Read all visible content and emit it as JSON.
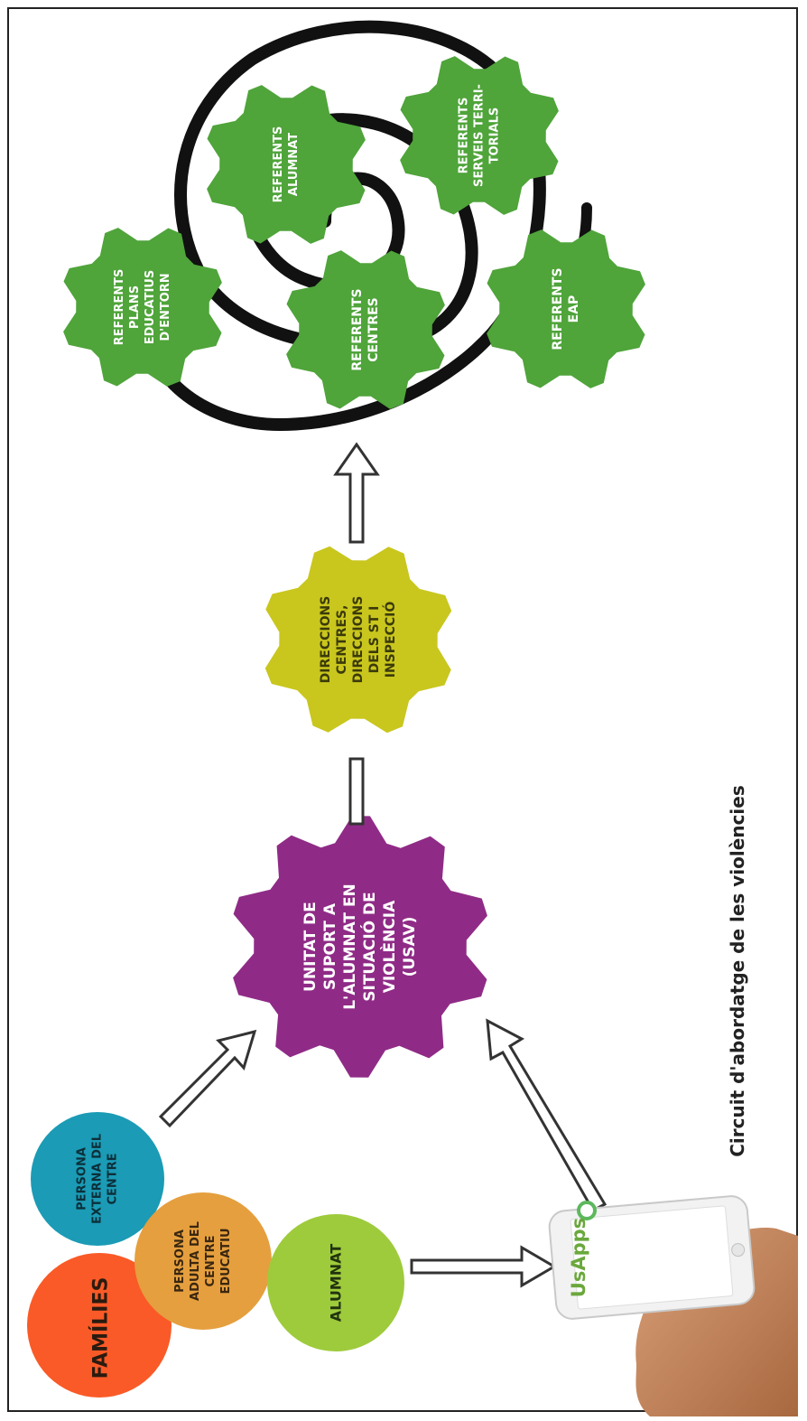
{
  "caption": "Circuit d'abordatge de les violències",
  "colors": {
    "orange": "#fa5a27",
    "teal": "#1b9bb5",
    "amber": "#e59f3e",
    "lime": "#9ecb3c",
    "purple": "#8f2b86",
    "yellow": "#c9c61e",
    "green": "#4fa43a",
    "spiral": "#111111"
  },
  "sources": {
    "families": [
      "FAMÍLIES"
    ],
    "external": [
      "PERSONA",
      "EXTERNA DEL",
      "CENTRE"
    ],
    "adult": [
      "PERSONA",
      "ADULTA DEL",
      "CENTRE",
      "EDUCATIU"
    ],
    "students": [
      "ALUMNAT"
    ]
  },
  "app": {
    "name": "UsApps"
  },
  "usav": [
    "UNITAT DE",
    "SUPORT A",
    "L'ALUMNAT EN",
    "SITUACIÓ DE",
    "VIOLÈNCIA",
    "(USAV)"
  ],
  "directions": [
    "DIRECCIONS",
    "CENTRES,",
    "DIRECCIONS",
    "DELS ST I",
    "INSPECCIÓ"
  ],
  "referents": {
    "plans": [
      "REFERENTS",
      "PLANS",
      "EDUCATIUS",
      "D'ENTORN"
    ],
    "centres": [
      "REFERENTS",
      "CENTRES"
    ],
    "eap": [
      "REFERENTS",
      "EAP"
    ],
    "alumnat": [
      "REFERENTS",
      "ALUMNAT"
    ],
    "serveis": [
      "REFERENTS",
      "SERVEIS TERRI-",
      "TORIALS"
    ]
  }
}
